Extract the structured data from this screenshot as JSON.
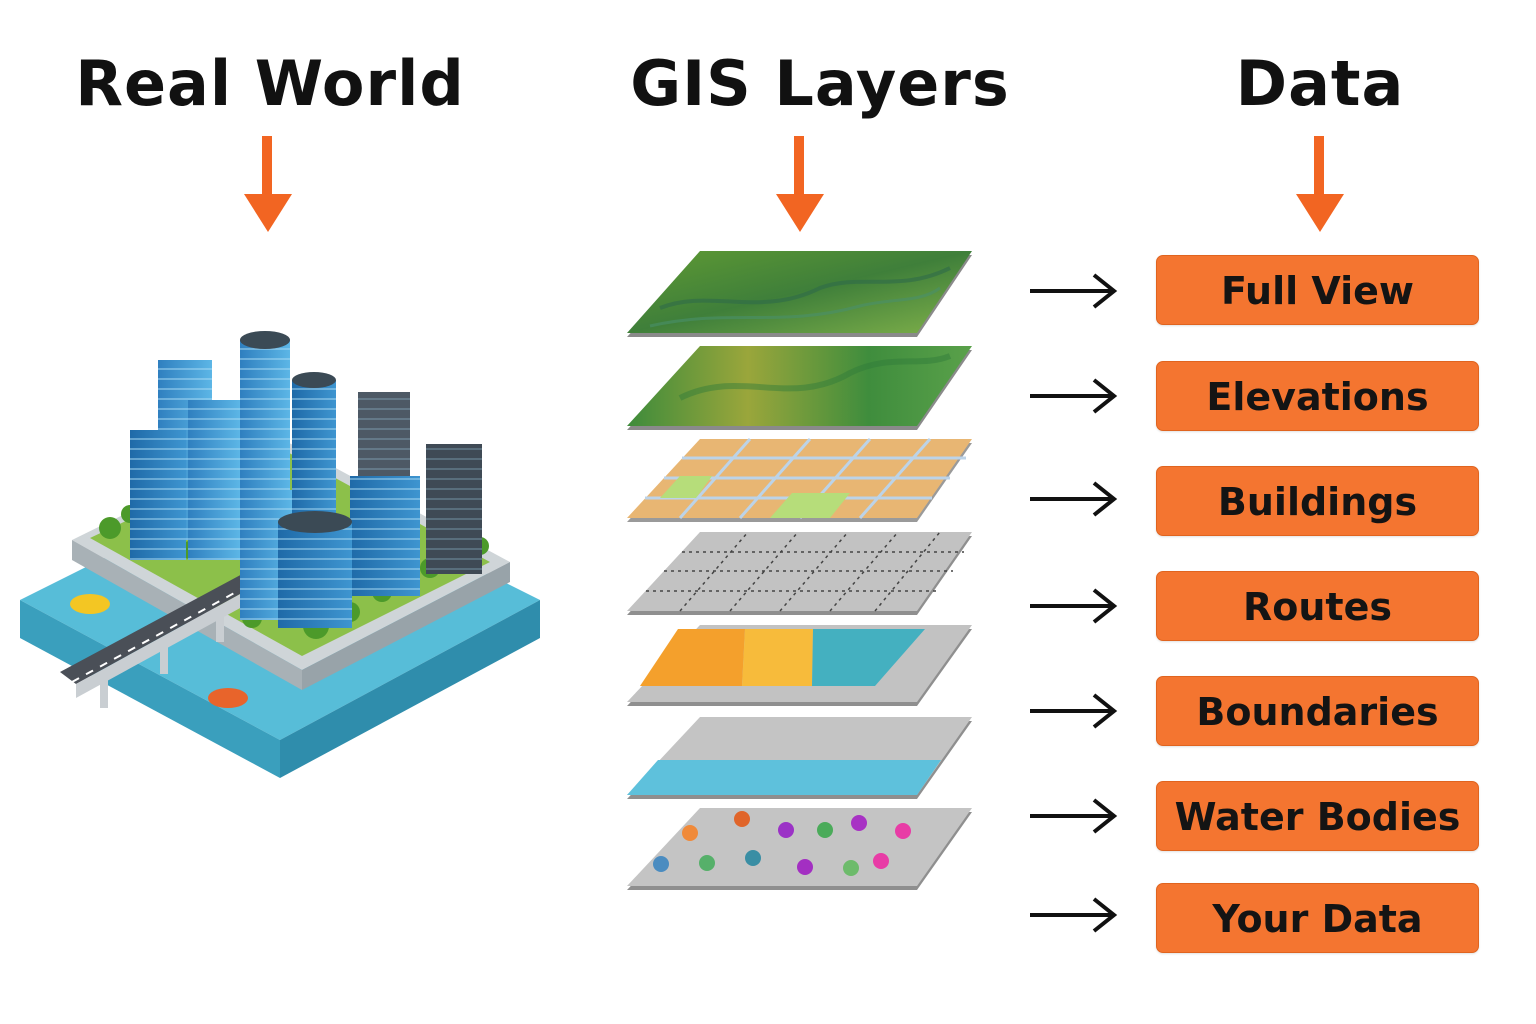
{
  "headings": {
    "real_world": "Real World",
    "gis_layers": "GIS Layers",
    "data": "Data"
  },
  "data_buttons": [
    "Full View",
    "Elevations",
    "Buildings",
    "Routes",
    "Boundaries",
    "Water Bodies",
    "Your Data"
  ],
  "layers": [
    "terrain-imagery",
    "elevation",
    "street-network",
    "parcel-grid",
    "zoning-boundaries",
    "water-band",
    "point-data"
  ],
  "colors": {
    "accent_orange": "#f47530",
    "arrow_orange": "#f26522",
    "text_dark": "#111111",
    "water_blue": "#4fb8d6",
    "layer_gray": "#b9b9b9"
  }
}
